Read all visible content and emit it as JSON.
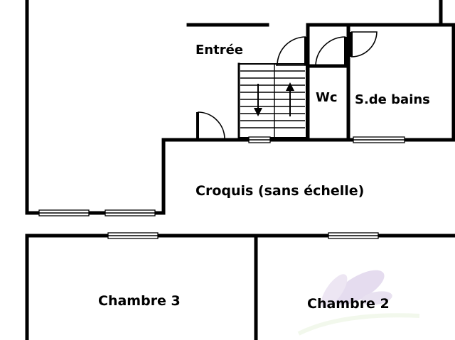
{
  "title": "Croquis (sans échelle)",
  "rooms": {
    "entree": "Entrée",
    "wc": "Wc",
    "salle_de_bains": "S.de bains",
    "chambre3": "Chambre 3",
    "chambre2": "Chambre 2"
  },
  "stair_arrows": [
    "down-arrow-icon",
    "up-arrow-icon"
  ],
  "watermark": "logo-flower",
  "colors": {
    "walls": "#000000",
    "background": "#ffffff",
    "watermark": "#b9a6cf"
  }
}
